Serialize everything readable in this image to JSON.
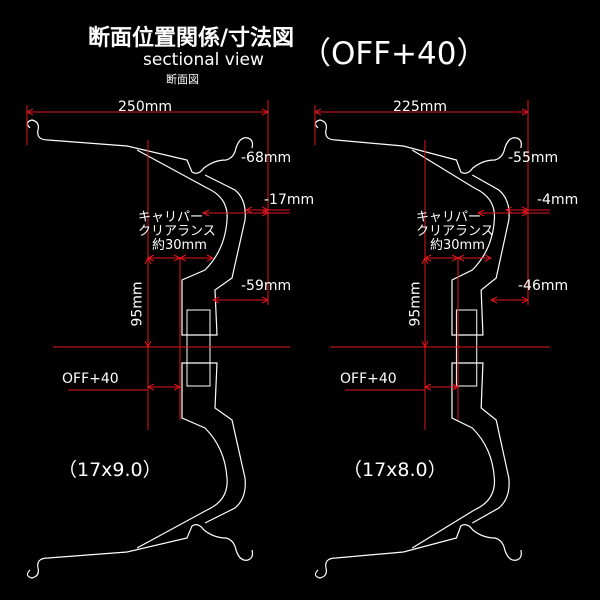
{
  "header": {
    "title_jp": "断面位置関係/寸法図",
    "title_en": "sectional view",
    "subtitle_jp": "断面図",
    "offset_badge": "（OFF+40）"
  },
  "colors": {
    "dimension": "#e0161c",
    "outline": "#ffffff",
    "background": "#000000"
  },
  "wheels": [
    {
      "width": "250mm",
      "d1": "-68mm",
      "d2": "-17mm",
      "d3": "-59mm",
      "caliper1": "キャリパー",
      "caliper2": "クリアランス",
      "caliper3": "約30mm",
      "pcd": "95mm",
      "offset": "OFF+40",
      "size": "（17x9.0）"
    },
    {
      "width": "225mm",
      "d1": "-55mm",
      "d2": "-4mm",
      "d3": "-46mm",
      "caliper1": "キャリパー",
      "caliper2": "クリアランス",
      "caliper3": "約30mm",
      "pcd": "95mm",
      "offset": "OFF+40",
      "size": "（17x8.0）"
    }
  ]
}
